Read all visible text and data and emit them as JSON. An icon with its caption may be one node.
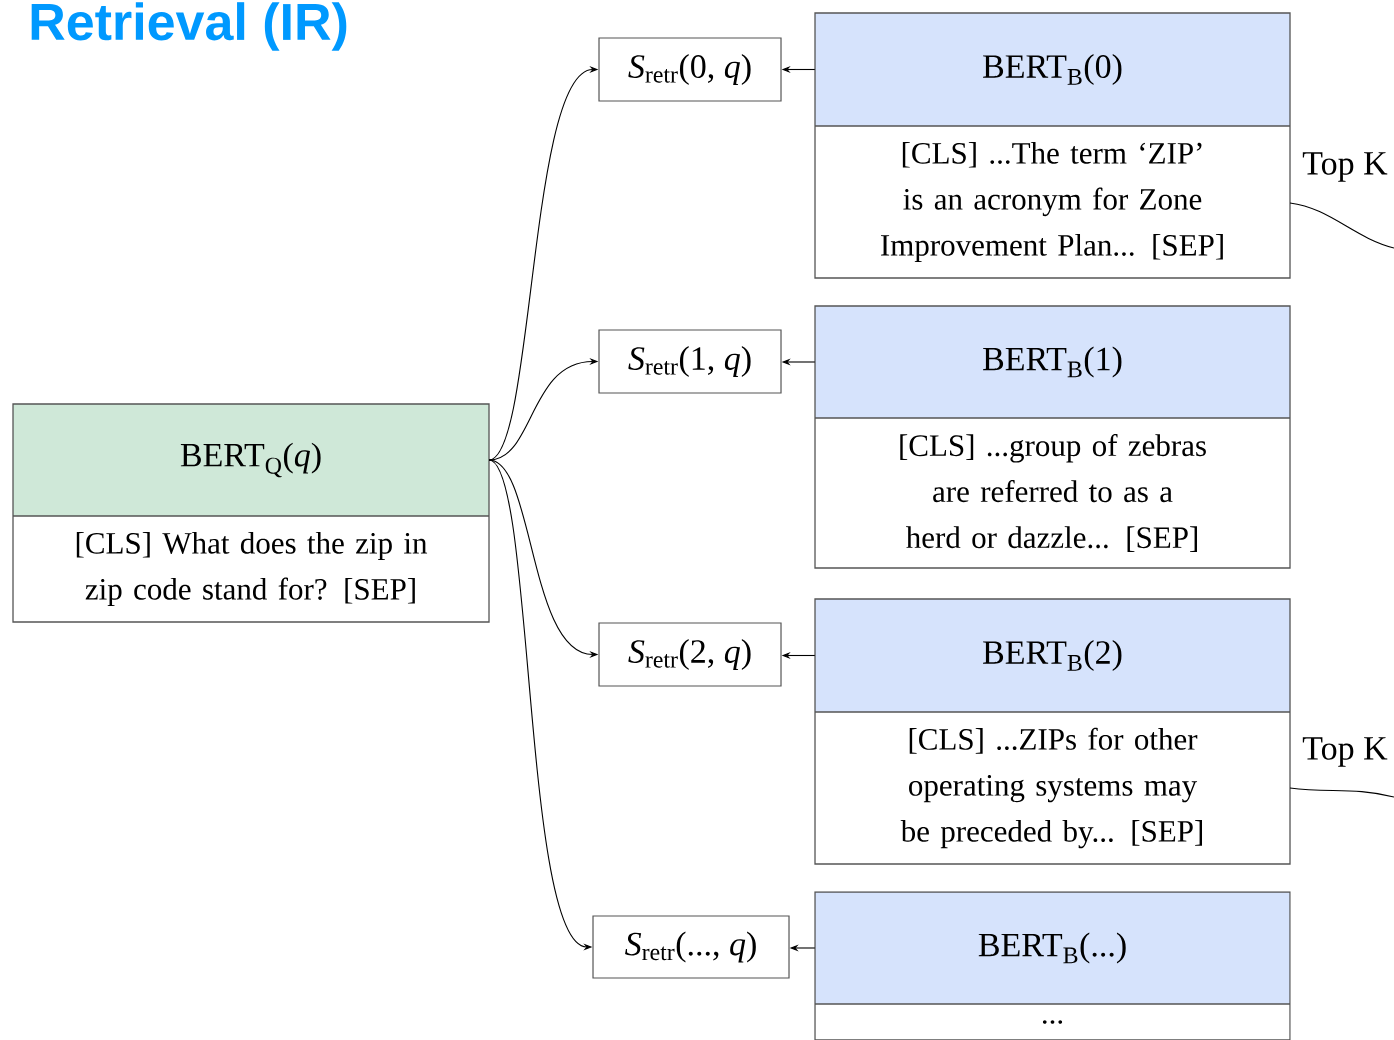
{
  "diagram": {
    "title": "Retrieval (IR)",
    "nodes": [
      {
        "text": [
          "BERT$_{Q}$(*q*)",
          "[CLS] What does the zip in zip code stand for? [SEP]"
        ]
      },
      {
        "text": [
          "*S*$_{retr}$(0, *q*)"
        ]
      },
      {
        "text": [
          "BERT$_{B}$(0)",
          "[CLS] ...The term ‘ZIP’ is an acronym for Zone Improvement Plan... [SEP]"
        ]
      },
      {
        "text": [
          "*S*$_{retr}$(1, *q*)"
        ]
      },
      {
        "text": [
          "BERT$_{B}$(1)",
          "[CLS] ...group of zebras are referred to as a herd or dazzle... [SEP]"
        ]
      },
      {
        "text": [
          "*S*$_{retr}$(2, *q*)"
        ]
      },
      {
        "text": [
          "BERT$_{B}$(2)",
          "[CLS] ...ZIPs for other operating systems may be preceded by... [SEP]"
        ]
      },
      {
        "text": [
          "*S*$_{retr}$(..., *q*)"
        ]
      },
      {
        "text": [
          "BERT$_{B}$(...)",
          "..."
        ]
      }
    ],
    "edges": [
      {
        "from": 0,
        "to": 1,
        "arrow": "to"
      },
      {
        "from": 0,
        "to": 3,
        "arrow": "to"
      },
      {
        "from": 0,
        "to": 5,
        "arrow": "to"
      },
      {
        "from": 0,
        "to": 7,
        "arrow": "to"
      },
      {
        "from": 2,
        "to": 1,
        "arrow": "to"
      },
      {
        "from": 4,
        "to": 3,
        "arrow": "to"
      },
      {
        "from": 6,
        "to": 5,
        "arrow": "to"
      },
      {
        "from": 8,
        "to": 7,
        "arrow": "to"
      },
      {
        "from": 2,
        "to": null,
        "arrow": "none",
        "label": "Top K"
      },
      {
        "from": 6,
        "to": null,
        "arrow": "none",
        "label": "Top K"
      }
    ]
  }
}
